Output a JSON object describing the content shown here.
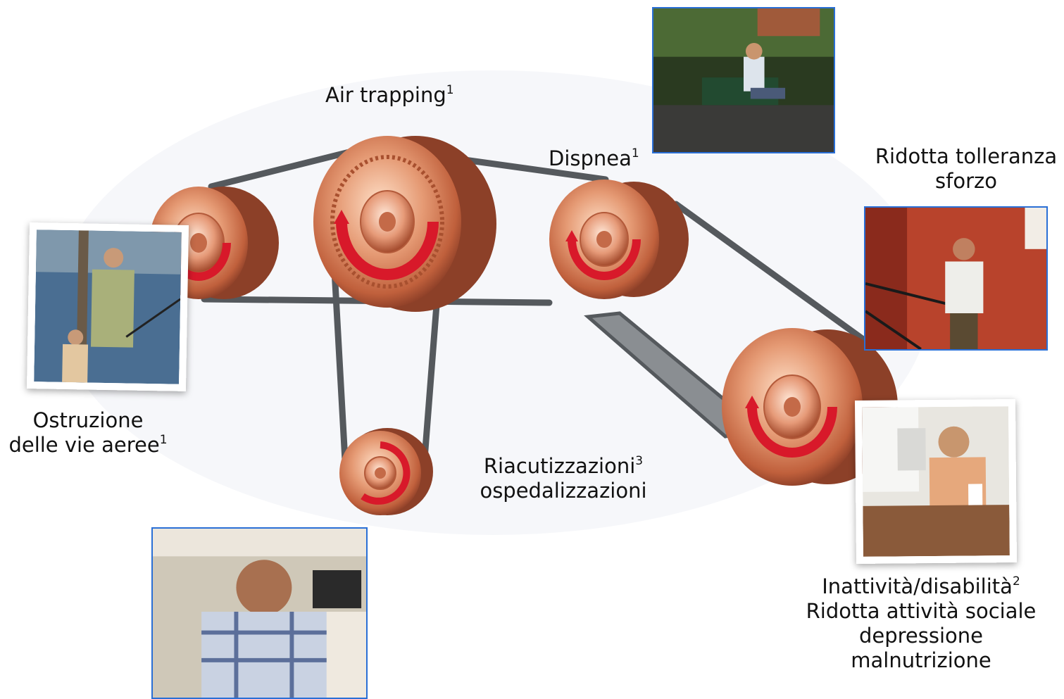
{
  "labels": {
    "air_trapping": {
      "text": "Air trapping",
      "ref": "1"
    },
    "dispnea": {
      "text": "Dispnea",
      "ref": "1"
    },
    "ridotta_tolleranza": {
      "line1": "Ridotta tolleranza",
      "line2": "sforzo"
    },
    "ostruzione": {
      "line1": "Ostruzione",
      "line2": "delle vie aeree",
      "ref": "1"
    },
    "riacutizzazioni": {
      "line1": "Riacutizzazioni",
      "ref": "3",
      "line2": "ospedalizzazioni"
    },
    "inattivita": {
      "line1": "Inattività/disabilità",
      "ref": "2",
      "line2": "Ridotta attività sociale",
      "line3": "depressione",
      "line4": "malnutrizione"
    }
  },
  "photos": [
    {
      "name": "photo-bench",
      "depicts": "man sitting on park bench"
    },
    {
      "name": "photo-stairs",
      "depicts": "man climbing stairs"
    },
    {
      "name": "photo-fishing",
      "depicts": "man and child fishing"
    },
    {
      "name": "photo-window",
      "depicts": "man sitting at table by window"
    },
    {
      "name": "photo-kitchen",
      "depicts": "man coughing in kitchen"
    }
  ],
  "colors": {
    "gear": "#d9825f",
    "arrow": "#d8192a",
    "belt": "#555a5e",
    "photo_border": "#2a6fd6"
  }
}
